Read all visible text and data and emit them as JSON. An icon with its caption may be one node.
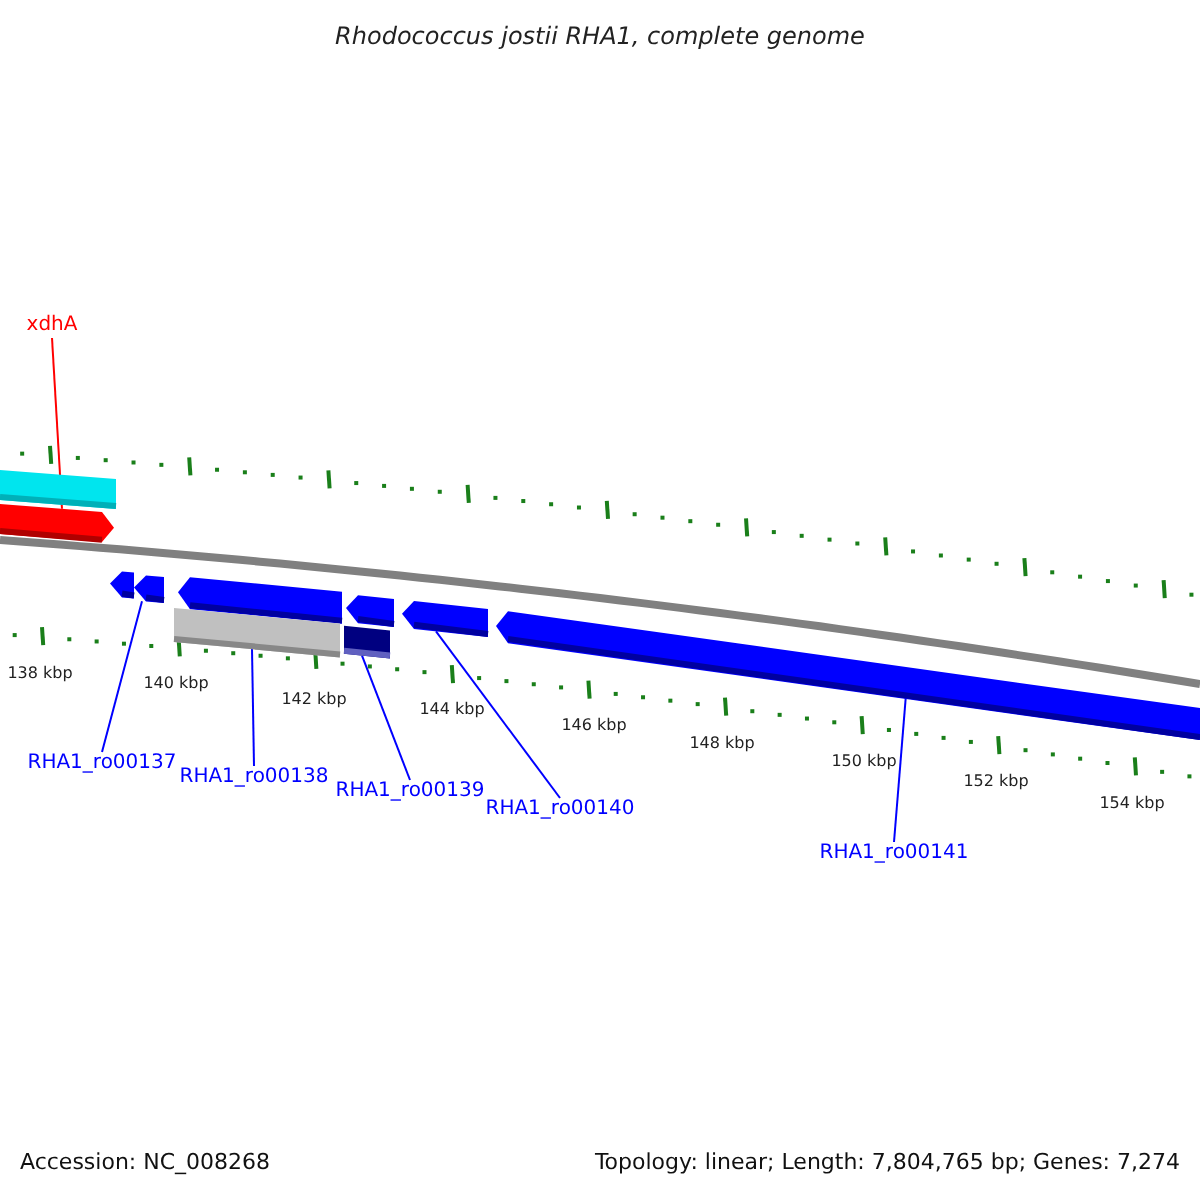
{
  "diagram": {
    "title": "Rhodococcus jostii RHA1, complete genome",
    "nodes": [
      {
        "text": [
          "xdhA"
        ]
      },
      {
        "text": [
          "RHA1_ro00137"
        ]
      },
      {
        "text": [
          "RHA1_ro00138"
        ]
      },
      {
        "text": [
          "RHA1_ro00139"
        ]
      },
      {
        "text": [
          "RHA1_ro00140"
        ]
      },
      {
        "text": [
          "RHA1_ro00141"
        ]
      },
      {
        "text": [],
        "shape": "bar"
      },
      {
        "text": [],
        "shape": "pentagon"
      },
      {
        "text": [],
        "shape": "pentagon"
      },
      {
        "text": [],
        "shape": "pentagon"
      },
      {
        "text": [],
        "shape": "pentagon"
      },
      {
        "text": [],
        "shape": "bar"
      },
      {
        "text": [],
        "shape": "pentagon"
      },
      {
        "text": [],
        "shape": "bar"
      },
      {
        "text": [],
        "shape": "pentagon"
      },
      {
        "text": [],
        "shape": "pentagon"
      }
    ],
    "edges": [
      {
        "from": 0,
        "to": 7,
        "arrow": "none",
        "color": "#ff0000"
      },
      {
        "from": 1,
        "to": 9,
        "arrow": "none"
      },
      {
        "from": 2,
        "to": 11,
        "arrow": "none"
      },
      {
        "from": 3,
        "to": 13,
        "arrow": "none"
      },
      {
        "from": 4,
        "to": 14,
        "arrow": "none"
      },
      {
        "from": 5,
        "to": 15,
        "arrow": "none"
      }
    ],
    "labels": [
      "138 kbp",
      "140 kbp",
      "142 kbp",
      "144 kbp",
      "146 kbp",
      "148 kbp",
      "150 kbp",
      "152 kbp",
      "154 kbp",
      "Accession: NC_008268",
      "Topology: linear; Length: 7,804,765 bp; Genes: 7,274"
    ]
  }
}
